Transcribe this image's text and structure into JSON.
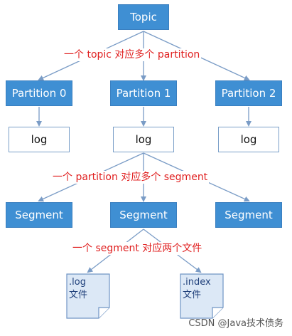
{
  "diagram": {
    "root": {
      "label": "Topic"
    },
    "relation_topic_partition": "一个 topic 对应多个 partition",
    "partitions": [
      {
        "label": "Partition 0"
      },
      {
        "label": "Partition 1"
      },
      {
        "label": "Partition 2"
      }
    ],
    "logs": [
      {
        "label": "log"
      },
      {
        "label": "log"
      },
      {
        "label": "log"
      }
    ],
    "relation_partition_segment": "一个 partition 对应多个 segment",
    "segments": [
      {
        "label": "Segment"
      },
      {
        "label": "Segment"
      },
      {
        "label": "Segment"
      }
    ],
    "relation_segment_files": "一个 segment 对应两个文件",
    "files": [
      {
        "ext": ".log",
        "label": "文件"
      },
      {
        "ext": ".index",
        "label": "文件"
      }
    ],
    "colors": {
      "node_fill": "#3f8fd3",
      "node_border": "#3a7fc0",
      "log_border": "#7a9fc8",
      "connector": "#7a9cc6",
      "relation_text": "#e02020",
      "file_fill": "#dce8f6"
    }
  },
  "watermark": "CSDN @Java技术债务"
}
